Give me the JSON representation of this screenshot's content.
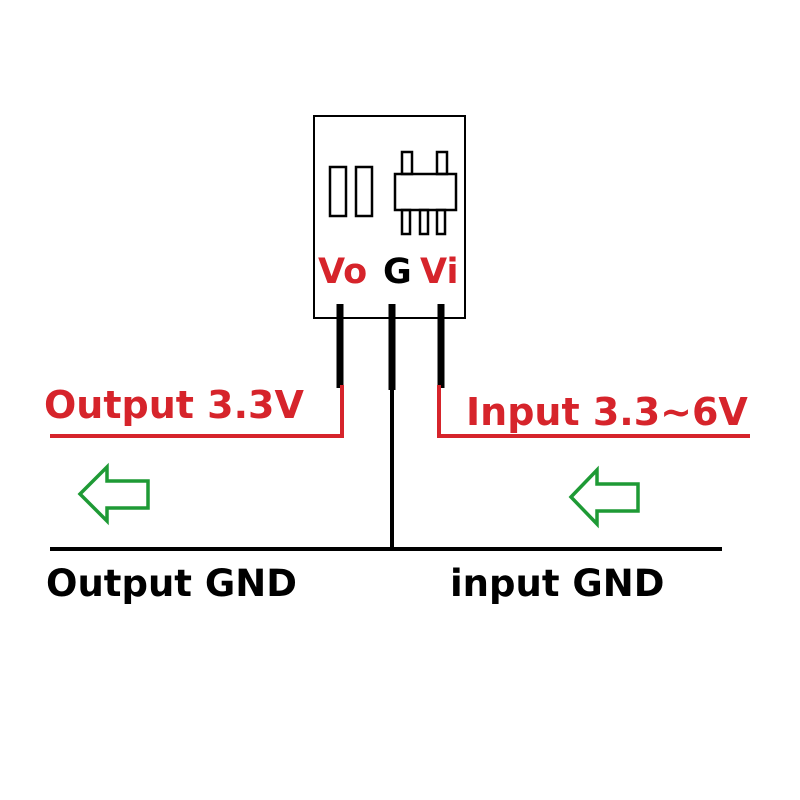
{
  "colors": {
    "black": "#000000",
    "red": "#d6242b",
    "green": "#1e9a35",
    "background": "#ffffff"
  },
  "module": {
    "pins": [
      "Vo",
      "G",
      "Vi"
    ]
  },
  "labels": {
    "output_voltage": "Output 3.3V",
    "input_voltage": "Input 3.3~6V",
    "output_gnd": "Output GND",
    "input_gnd": "input GND"
  },
  "icons": [
    "capacitor-icon",
    "regulator-chip-icon",
    "arrow-left-icon"
  ]
}
